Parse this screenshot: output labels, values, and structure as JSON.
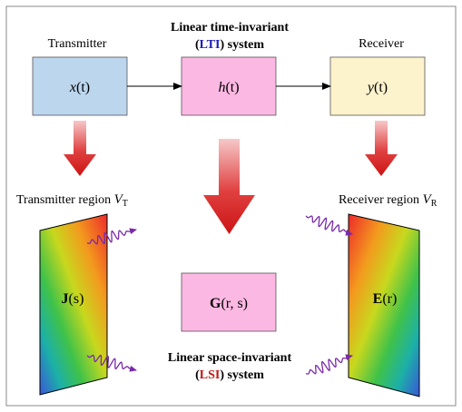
{
  "colors": {
    "frame": "#888888",
    "transmitter_box": "#bcd6ee",
    "system_box": "#fbb8e2",
    "receiver_box": "#fcf2cc",
    "lti_accent": "#1a1ab8",
    "lsi_accent": "#c01818",
    "arrow_red": "#d21e1e",
    "wave": "#7a2aa8"
  },
  "top_row": {
    "transmitter": {
      "label": "Transmitter",
      "func": "x",
      "arg": "(t)"
    },
    "system": {
      "title_line1": "Linear time-invariant",
      "title_line2_pre": "(",
      "title_line2_acronym": "LTI",
      "title_line2_post": ") system",
      "func": "h",
      "arg": "(t)"
    },
    "receiver": {
      "label": "Receiver",
      "func": "y",
      "arg": "(t)"
    }
  },
  "bottom_row": {
    "transmitter_region": {
      "label": "Transmitter region ",
      "symbol": "V",
      "subscript": "T",
      "field": "J",
      "arg": "(s)"
    },
    "receiver_region": {
      "label": "Receiver region ",
      "symbol": "V",
      "subscript": "R",
      "field": "E",
      "arg": "(r)"
    },
    "system": {
      "kernel": "G",
      "arg": "(r, s)",
      "title_line1": "Linear space-invariant",
      "title_line2_pre": "(",
      "title_line2_acronym": "LSI",
      "title_line2_post": ") system"
    }
  }
}
